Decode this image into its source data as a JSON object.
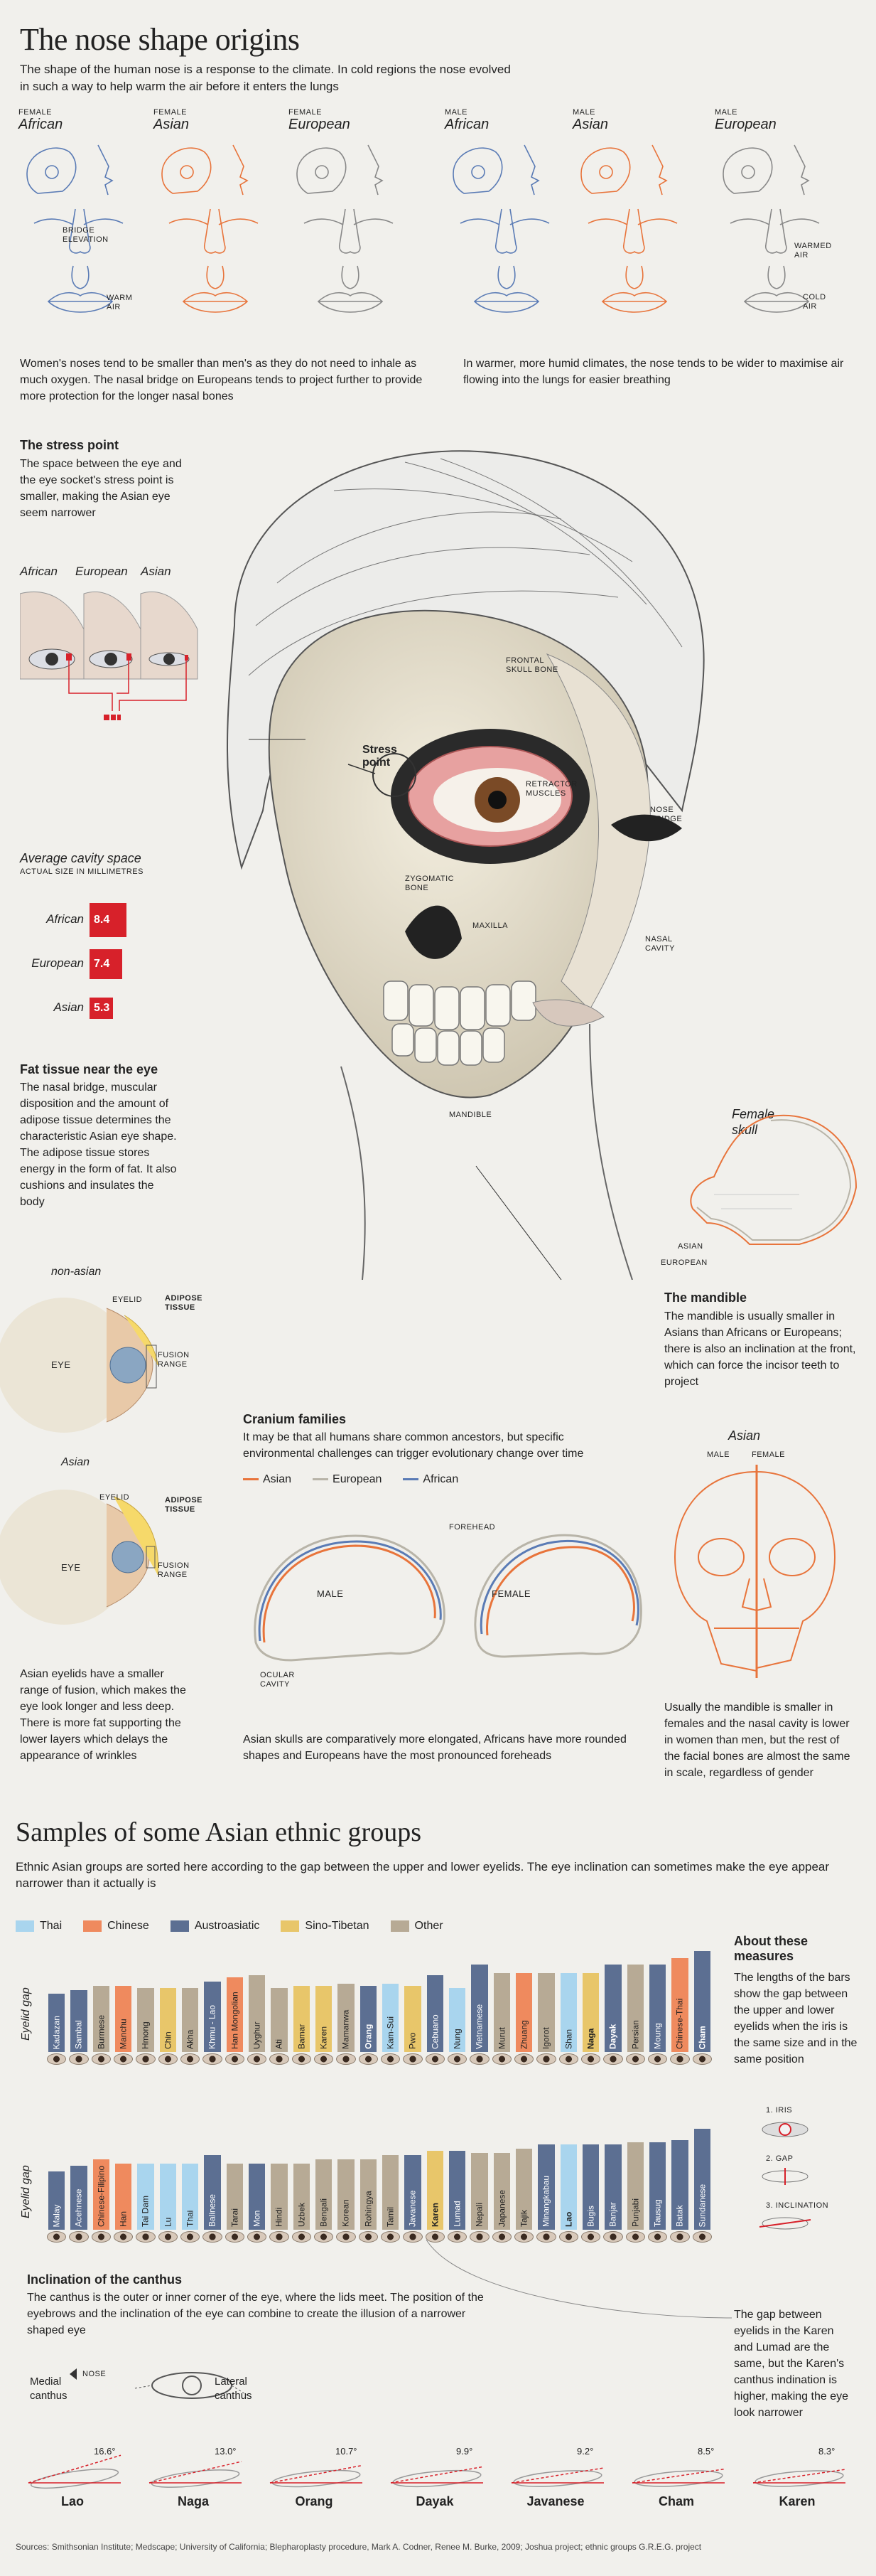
{
  "title": "The nose shape origins",
  "intro": "The shape of the human nose is a response to the climate. In cold regions the nose evolved in such a way to help warm the air before it enters the lungs",
  "nose_groups": [
    {
      "sex": "FEMALE",
      "group": "African"
    },
    {
      "sex": "FEMALE",
      "group": "Asian"
    },
    {
      "sex": "FEMALE",
      "group": "European"
    },
    {
      "sex": "MALE",
      "group": "African"
    },
    {
      "sex": "MALE",
      "group": "Asian"
    },
    {
      "sex": "MALE",
      "group": "European"
    }
  ],
  "nose_labels": {
    "bridge": "BRIDGE ELEVATION",
    "warm_air": "WARM AIR",
    "warmed_air": "WARMED AIR",
    "cold_air": "COLD AIR"
  },
  "nose_text_left": "Women's noses tend to be smaller than men's as they do not need to inhale as much oxygen. The nasal bridge on Europeans tends to project further to provide more protection for the longer nasal bones",
  "nose_text_right": "In warmer, more humid climates, the nose tends to be wider to maximise air flowing into the lungs for easier breathing",
  "stress": {
    "heading": "The stress point",
    "text": "The space between the eye and the eye socket's stress point is smaller, making the Asian eye seem narrower",
    "groups": [
      "African",
      "European",
      "Asian"
    ],
    "cavity_title": "Average cavity space",
    "cavity_sub": "ACTUAL SIZE IN MILLIMETRES",
    "cavity": [
      {
        "group": "African",
        "value": 8.4
      },
      {
        "group": "European",
        "value": 7.4
      },
      {
        "group": "Asian",
        "value": 5.3
      }
    ]
  },
  "skull_labels": {
    "stress_point": "Stress point",
    "frontal": "FRONTAL SKULL BONE",
    "retractor": "RETRACTOR MUSCLES",
    "nose_bridge": "NOSE BRIDGE",
    "zygomatic": "ZYGOMATIC BONE",
    "maxilla": "MAXILLA",
    "nasal_cavity": "NASAL CAVITY",
    "mandible": "MANDIBLE"
  },
  "fat": {
    "heading": "Fat tissue near the eye",
    "text": "The nasal bridge, muscular disposition and the amount of adipose tissue determines the characteristic Asian eye shape. The adipose tissue stores energy in the form of fat. It also cushions and insulates the body",
    "non_asian": "non-asian",
    "asian": "Asian",
    "eyelid": "EYELID",
    "adipose": "ADIPOSE TISSUE",
    "fusion": "FUSION RANGE",
    "eye": "EYE",
    "bottom_text": "Asian eyelids have a smaller range of fusion, which makes the eye look longer and less deep. There is more fat supporting the lower layers which delays the appearance of wrinkles"
  },
  "female_skull": {
    "title": "Female skull",
    "asian": "ASIAN",
    "european": "EUROPEAN"
  },
  "mandible": {
    "heading": "The mandible",
    "text": "The mandible is usually smaller in Asians than Africans or Europeans; there is also an inclination at the front, which can force the incisor teeth to project"
  },
  "cranium": {
    "heading": "Cranium families",
    "text": "It may be that all humans share common ancestors, but specific environmental challenges can trigger evolutionary change over time",
    "legend": [
      {
        "name": "Asian",
        "color": "#e8743b"
      },
      {
        "name": "European",
        "color": "#b8b4a8"
      },
      {
        "name": "African",
        "color": "#5a7bb5"
      }
    ],
    "male": "MALE",
    "female": "FEMALE",
    "forehead": "FOREHEAD",
    "ocular": "OCULAR CAVITY",
    "bottom": "Asian skulls are comparatively more elongated, Africans have more rounded shapes and Europeans have the most pronounced foreheads"
  },
  "asian_skull": {
    "title": "Asian",
    "male": "MALE",
    "female": "FEMALE",
    "text": "Usually the mandible is smaller in females and the nasal cavity is lower in women than men, but the rest of the facial bones are almost the same in scale, regardless of gender"
  },
  "samples": {
    "title": "Samples of some Asian ethnic groups",
    "intro": "Ethnic Asian groups are sorted here according to the gap between the upper and lower eyelids. The eye inclination can sometimes make the eye appear narrower than it actually is",
    "legend": [
      {
        "name": "Thai",
        "color": "#a9d5ee"
      },
      {
        "name": "Chinese",
        "color": "#ef8a5e"
      },
      {
        "name": "Austroasiatic",
        "color": "#5c6f92"
      },
      {
        "name": "Sino-Tibetan",
        "color": "#e8c66a"
      },
      {
        "name": "Other",
        "color": "#b7aa95"
      }
    ],
    "eyelid_gap": "Eyelid gap",
    "row1": [
      {
        "name": "Kadazan",
        "c": "Austroasiatic",
        "h": 0.55
      },
      {
        "name": "Sambal",
        "c": "Austroasiatic",
        "h": 0.58
      },
      {
        "name": "Burmese",
        "c": "Other",
        "h": 0.62
      },
      {
        "name": "Manchu",
        "c": "Chinese",
        "h": 0.62
      },
      {
        "name": "Hmong",
        "c": "Other",
        "h": 0.6
      },
      {
        "name": "Chin",
        "c": "Sino-Tibetan",
        "h": 0.6
      },
      {
        "name": "Akha",
        "c": "Other",
        "h": 0.6
      },
      {
        "name": "Khmu - Lao",
        "c": "Austroasiatic",
        "h": 0.66
      },
      {
        "name": "Han Mongolian",
        "c": "Chinese",
        "h": 0.7
      },
      {
        "name": "Uyghur",
        "c": "Other",
        "h": 0.72
      },
      {
        "name": "Ati",
        "c": "Other",
        "h": 0.6
      },
      {
        "name": "Bamar",
        "c": "Sino-Tibetan",
        "h": 0.62
      },
      {
        "name": "Karen",
        "c": "Sino-Tibetan",
        "h": 0.62
      },
      {
        "name": "Mamanwa",
        "c": "Other",
        "h": 0.64
      },
      {
        "name": "Orang",
        "c": "Austroasiatic",
        "h": 0.62,
        "bold": true
      },
      {
        "name": "Kam-Sui",
        "c": "Thai",
        "h": 0.64
      },
      {
        "name": "Pwo",
        "c": "Sino-Tibetan",
        "h": 0.62
      },
      {
        "name": "Cebuano",
        "c": "Austroasiatic",
        "h": 0.72
      },
      {
        "name": "Nung",
        "c": "Thai",
        "h": 0.6
      },
      {
        "name": "Vietnamese",
        "c": "Austroasiatic",
        "h": 0.82
      },
      {
        "name": "Murut",
        "c": "Other",
        "h": 0.74
      },
      {
        "name": "Zhuang",
        "c": "Chinese",
        "h": 0.74
      },
      {
        "name": "Igorot",
        "c": "Other",
        "h": 0.74
      },
      {
        "name": "Shan",
        "c": "Thai",
        "h": 0.74
      },
      {
        "name": "Naga",
        "c": "Sino-Tibetan",
        "h": 0.74,
        "bold": true
      },
      {
        "name": "Dayak",
        "c": "Austroasiatic",
        "h": 0.82,
        "bold": true
      },
      {
        "name": "Persian",
        "c": "Other",
        "h": 0.82
      },
      {
        "name": "Moung",
        "c": "Austroasiatic",
        "h": 0.82
      },
      {
        "name": "Chinese-Thai",
        "c": "Chinese",
        "h": 0.88
      },
      {
        "name": "Cham",
        "c": "Austroasiatic",
        "h": 0.95,
        "bold": true
      }
    ],
    "row2": [
      {
        "name": "Malay",
        "c": "Austroasiatic",
        "h": 0.55
      },
      {
        "name": "Acehnese",
        "c": "Austroasiatic",
        "h": 0.6
      },
      {
        "name": "Chinese-Filipino",
        "c": "Chinese",
        "h": 0.66
      },
      {
        "name": "Han",
        "c": "Chinese",
        "h": 0.62
      },
      {
        "name": "Tai Dam",
        "c": "Thai",
        "h": 0.62
      },
      {
        "name": "Lu",
        "c": "Thai",
        "h": 0.62
      },
      {
        "name": "Thai",
        "c": "Thai",
        "h": 0.62
      },
      {
        "name": "Balinese",
        "c": "Austroasiatic",
        "h": 0.7
      },
      {
        "name": "Tarai",
        "c": "Other",
        "h": 0.62
      },
      {
        "name": "Mon",
        "c": "Austroasiatic",
        "h": 0.62
      },
      {
        "name": "Hindi",
        "c": "Other",
        "h": 0.62
      },
      {
        "name": "Uzbek",
        "c": "Other",
        "h": 0.62
      },
      {
        "name": "Bengali",
        "c": "Other",
        "h": 0.66
      },
      {
        "name": "Korean",
        "c": "Other",
        "h": 0.66
      },
      {
        "name": "Rohingya",
        "c": "Other",
        "h": 0.66
      },
      {
        "name": "Tamil",
        "c": "Other",
        "h": 0.7
      },
      {
        "name": "Javanese",
        "c": "Austroasiatic",
        "h": 0.7
      },
      {
        "name": "Karen",
        "c": "Sino-Tibetan",
        "h": 0.74,
        "bold": true
      },
      {
        "name": "Lumad",
        "c": "Austroasiatic",
        "h": 0.74
      },
      {
        "name": "Nepali",
        "c": "Other",
        "h": 0.72
      },
      {
        "name": "Japanese",
        "c": "Other",
        "h": 0.72
      },
      {
        "name": "Tajik",
        "c": "Other",
        "h": 0.76
      },
      {
        "name": "Minangkabau",
        "c": "Austroasiatic",
        "h": 0.8
      },
      {
        "name": "Lao",
        "c": "Thai",
        "h": 0.8,
        "bold": true
      },
      {
        "name": "Bugis",
        "c": "Austroasiatic",
        "h": 0.8
      },
      {
        "name": "Banjar",
        "c": "Austroasiatic",
        "h": 0.8
      },
      {
        "name": "Punjabi",
        "c": "Other",
        "h": 0.82
      },
      {
        "name": "Tausug",
        "c": "Austroasiatic",
        "h": 0.82
      },
      {
        "name": "Batak",
        "c": "Austroasiatic",
        "h": 0.84
      },
      {
        "name": "Sundanese",
        "c": "Austroasiatic",
        "h": 0.95
      }
    ],
    "about_heading": "About these measures",
    "about_text": "The lengths of the bars show the gap between the upper and lower eyelids when the iris is the same size and in the same position",
    "key": [
      "1. IRIS",
      "2. GAP",
      "3. INCLINATION"
    ],
    "karen_note": "The gap between eyelids in the Karen and Lumad are the same, but the Karen's canthus indination is higher, making the eye look narrower"
  },
  "canthus": {
    "heading": "Inclination of the canthus",
    "text": "The canthus is the outer or inner corner of the eye, where the lids meet. The position of the eyebrows and the inclination of the eye can combine to create the illusion of a narrower shaped eye",
    "nose": "NOSE",
    "medial": "Medial canthus",
    "lateral": "Lateral canthus",
    "samples": [
      {
        "name": "Lao",
        "deg": "16.6°"
      },
      {
        "name": "Naga",
        "deg": "13.0°"
      },
      {
        "name": "Orang",
        "deg": "10.7°"
      },
      {
        "name": "Dayak",
        "deg": "9.9°"
      },
      {
        "name": "Javanese",
        "deg": "9.2°"
      },
      {
        "name": "Cham",
        "deg": "8.5°"
      },
      {
        "name": "Karen",
        "deg": "8.3°"
      }
    ]
  },
  "sources": "Sources: Smithsonian Institute; Medscape; University of California; Blepharoplasty procedure, Mark A. Codner, Renee M. Burke, 2009; Joshua project; ethnic groups G.R.E.G. project"
}
